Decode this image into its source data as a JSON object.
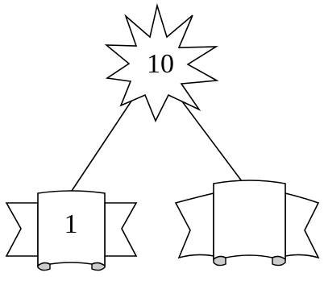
{
  "diagram": {
    "root": {
      "label": "10",
      "shape": "starburst"
    },
    "children": [
      {
        "label": "1",
        "shape": "ribbon-banner"
      },
      {
        "label": "",
        "shape": "ribbon-banner"
      }
    ]
  },
  "colors": {
    "stroke": "#000000",
    "fill": "#ffffff",
    "fold_shade": "#cccccc"
  }
}
